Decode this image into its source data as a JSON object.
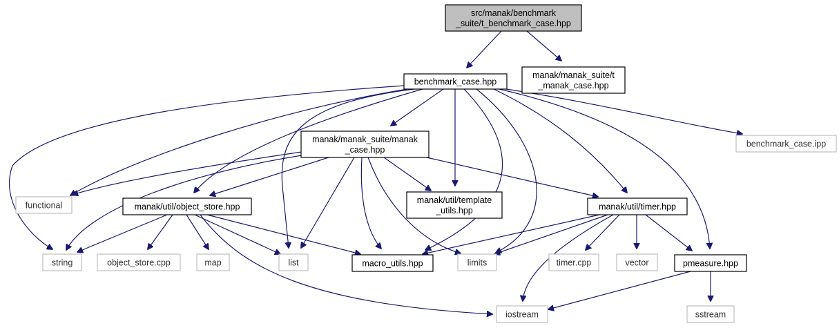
{
  "nodes": [
    {
      "id": "root",
      "lines": [
        "src/manak/benchmark",
        "_suite/t_benchmark_case.hpp"
      ]
    },
    {
      "id": "benchmark_case_hpp",
      "lines": [
        "benchmark_case.hpp"
      ]
    },
    {
      "id": "t_manak_case_hpp",
      "lines": [
        "manak/manak_suite/t",
        "_manak_case.hpp"
      ]
    },
    {
      "id": "manak_case_hpp",
      "lines": [
        "manak/manak_suite/manak",
        "_case.hpp"
      ]
    },
    {
      "id": "benchmark_case_ipp",
      "lines": [
        "benchmark_case.ipp"
      ]
    },
    {
      "id": "functional",
      "lines": [
        "functional"
      ]
    },
    {
      "id": "object_store_hpp",
      "lines": [
        "manak/util/object_store.hpp"
      ]
    },
    {
      "id": "template_utils_hpp",
      "lines": [
        "manak/util/template",
        "_utils.hpp"
      ]
    },
    {
      "id": "timer_hpp",
      "lines": [
        "manak/util/timer.hpp"
      ]
    },
    {
      "id": "string",
      "lines": [
        "string"
      ]
    },
    {
      "id": "object_store_cpp",
      "lines": [
        "object_store.cpp"
      ]
    },
    {
      "id": "map",
      "lines": [
        "map"
      ]
    },
    {
      "id": "list",
      "lines": [
        "list"
      ]
    },
    {
      "id": "macro_utils_hpp",
      "lines": [
        "macro_utils.hpp"
      ]
    },
    {
      "id": "limits",
      "lines": [
        "limits"
      ]
    },
    {
      "id": "timer_cpp",
      "lines": [
        "timer.cpp"
      ]
    },
    {
      "id": "vector",
      "lines": [
        "vector"
      ]
    },
    {
      "id": "pmeasure_hpp",
      "lines": [
        "pmeasure.hpp"
      ]
    },
    {
      "id": "iostream",
      "lines": [
        "iostream"
      ]
    },
    {
      "id": "sstream",
      "lines": [
        "sstream"
      ]
    }
  ],
  "colors": {
    "edge": "#191970",
    "root_fill": "#bfbfbf",
    "node_border": "#000000",
    "external_border": "#bfbfbf"
  }
}
